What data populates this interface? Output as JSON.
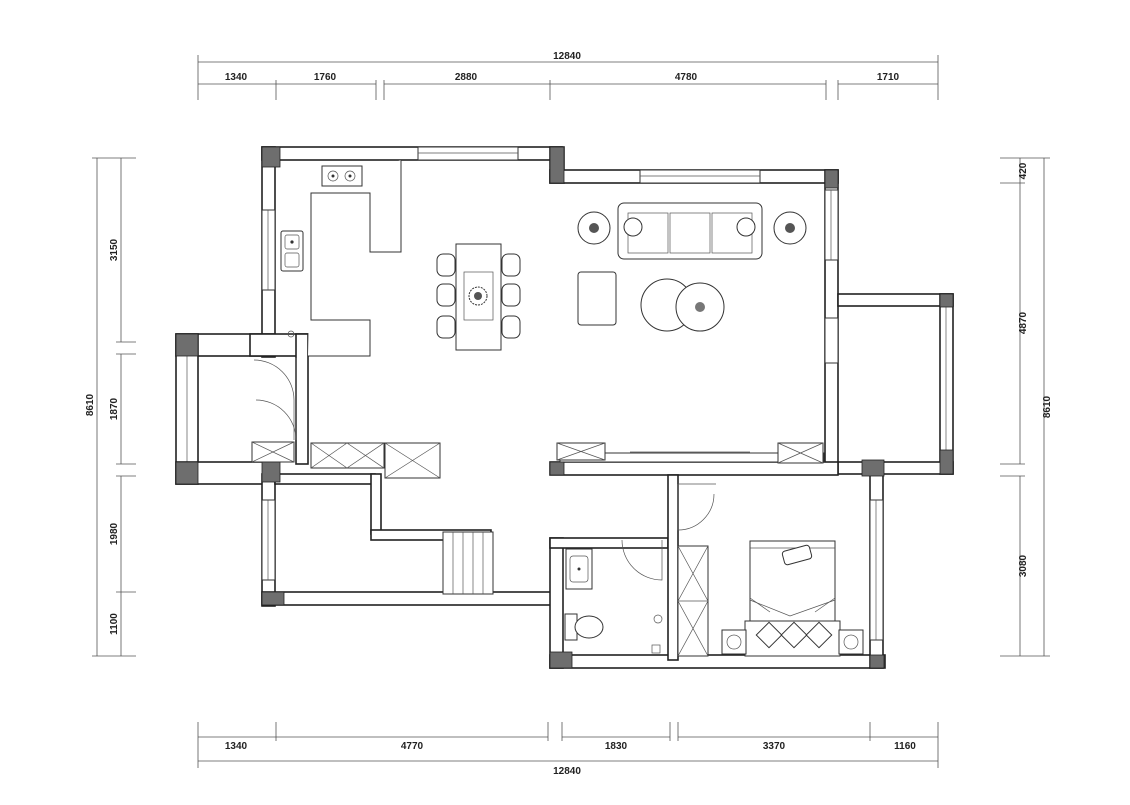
{
  "dimensions": {
    "top_total": "12840",
    "top_segments": [
      "1340",
      "1760",
      "2880",
      "4780",
      "1710"
    ],
    "bottom_total": "12840",
    "bottom_segments": [
      "1340",
      "4770",
      "1830",
      "3370",
      "1160"
    ],
    "left_total": "8610",
    "left_segments": [
      "3150",
      "1870",
      "1980",
      "1100"
    ],
    "right_total": "8610",
    "right_segments": [
      "420",
      "4870",
      "3080"
    ]
  },
  "icons": {
    "stove": "gas-stove-icon",
    "sink": "kitchen-sink-icon",
    "dining": "dining-table-icon",
    "sofa": "sofa-icon",
    "bed": "double-bed-icon",
    "toilet": "toilet-icon",
    "basin": "wash-basin-icon"
  },
  "colors": {
    "line": "#222222",
    "column": "#6e6e6e",
    "background": "#ffffff"
  }
}
